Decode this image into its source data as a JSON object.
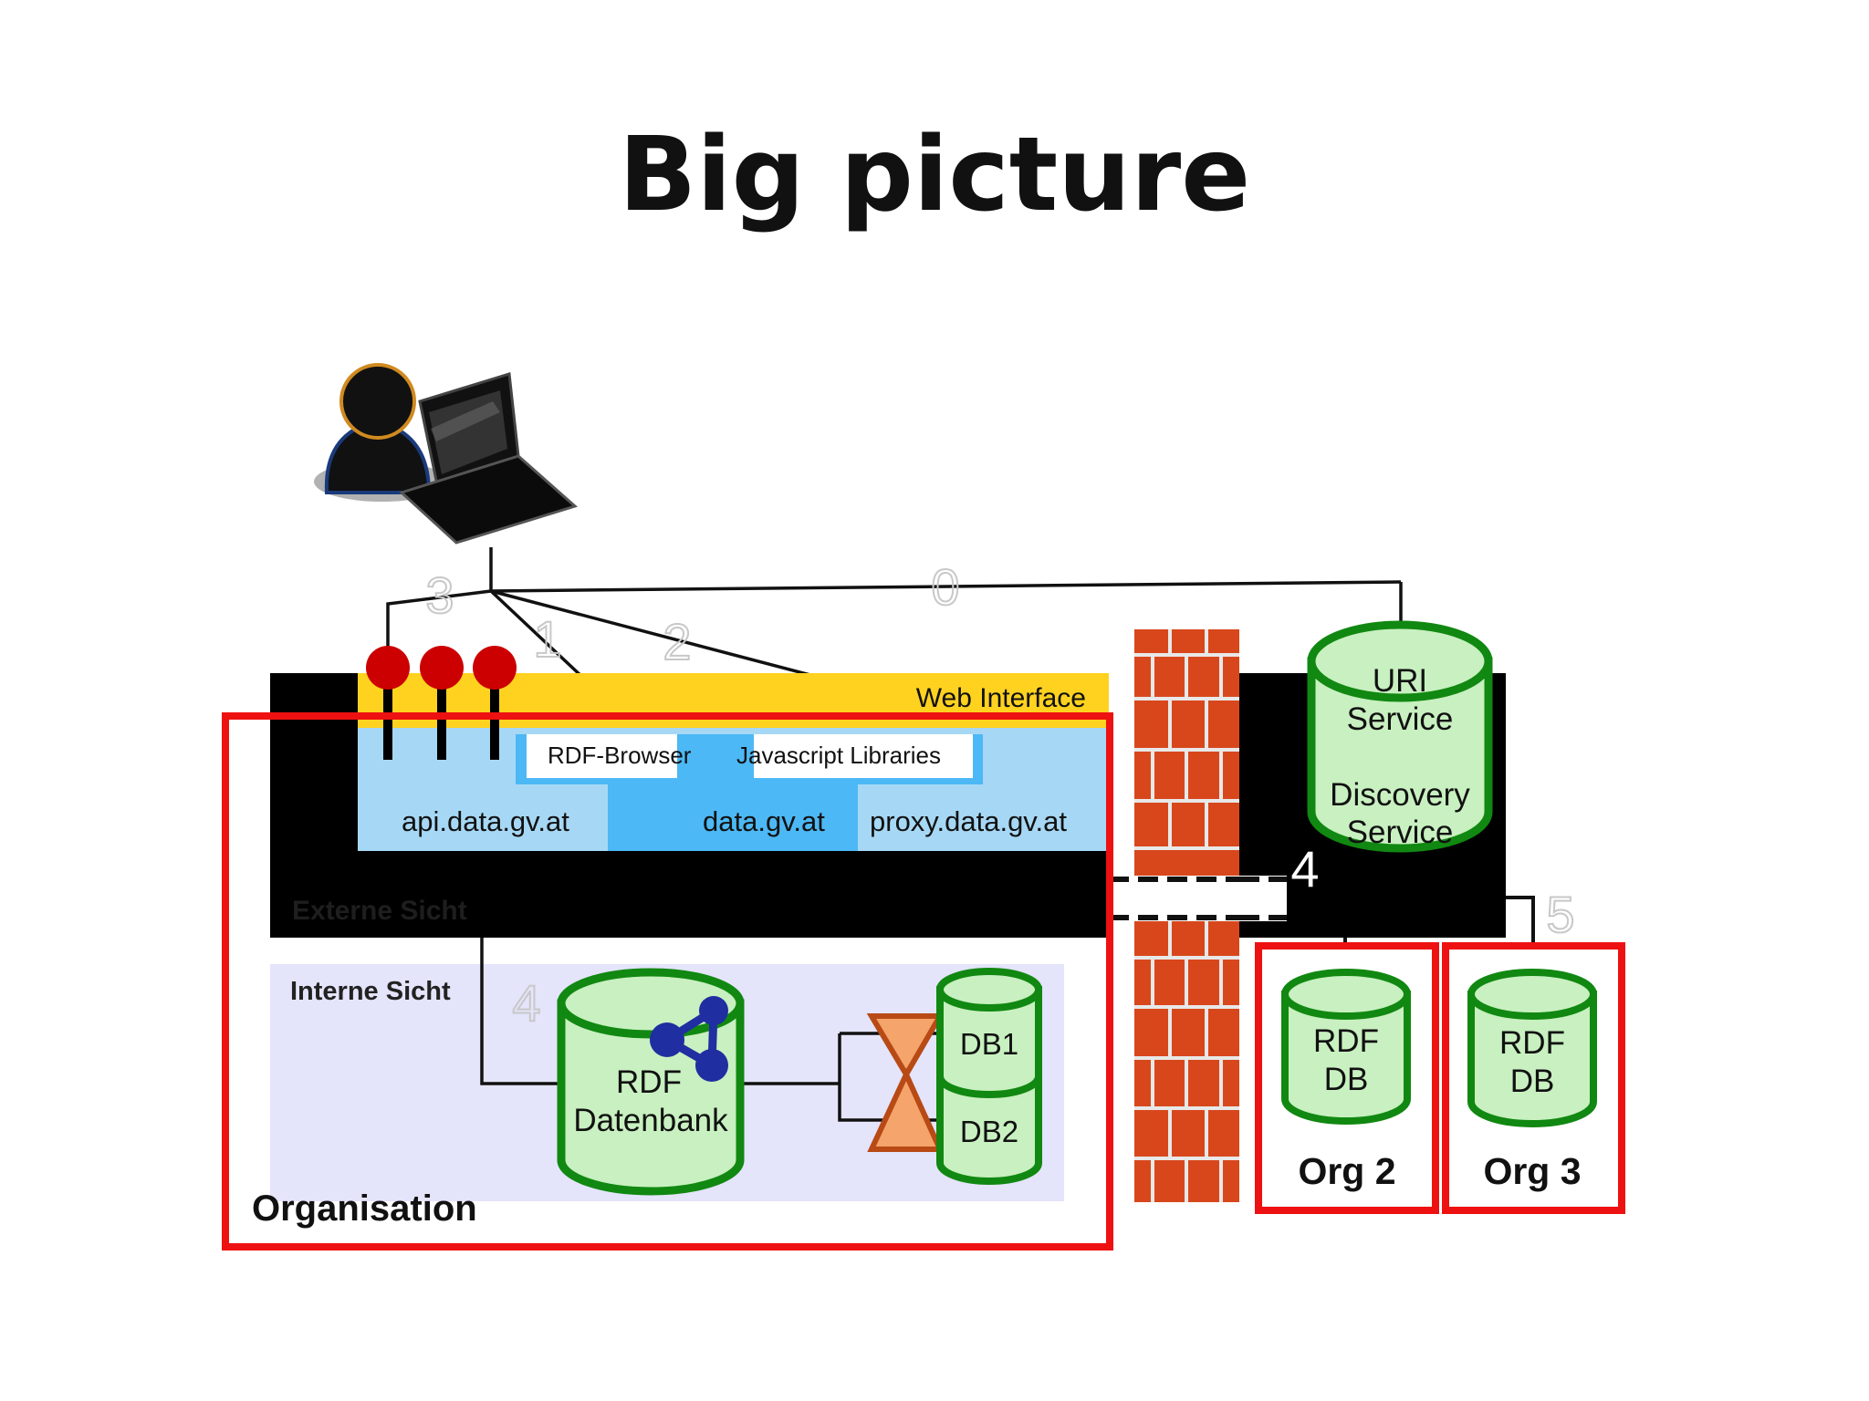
{
  "title": "Big picture",
  "labels": {
    "web_interface": "Web Interface",
    "rdf_browser": "RDF-Browser",
    "js_libraries": "Javascript Libraries",
    "api_domain": "api.data.gv.at",
    "data_domain": "data.gv.at",
    "proxy_domain": "proxy.data.gv.at",
    "externe_sicht": "Externe Sicht",
    "interne_sicht": "Interne Sicht",
    "organisation": "Organisation",
    "uri_service_1": "URI",
    "uri_service_2": "Service",
    "discovery_1": "Discovery",
    "discovery_2": "Service",
    "rdf_db_1": "RDF",
    "rdf_db_2": "Datenbank",
    "db1": "DB1",
    "db2": "DB2",
    "org2_db_1": "RDF",
    "org2_db_2": "DB",
    "org2": "Org 2",
    "org3_db_1": "RDF",
    "org3_db_2": "DB",
    "org3": "Org 3"
  },
  "connection_numbers": {
    "n0": "0",
    "n1": "1",
    "n2": "2",
    "n3": "3",
    "n4_internal": "4",
    "n4_tunnel": "4",
    "n5": "5"
  },
  "colors": {
    "accent_red": "#ee1111",
    "db_fill": "#c8f0c0",
    "db_stroke": "#118811",
    "web_yellow": "#ffd21f",
    "api_blue": "#a6d8f5",
    "mid_blue": "#4cb8f5",
    "internal_lavender": "#e4e4fb",
    "brick": "#d8471c",
    "pin_red": "#cc0000"
  },
  "icons": [
    "user-icon",
    "laptop-icon",
    "rdf-graph-icon",
    "sync-hourglass-icon",
    "firewall-icon",
    "pin-icon"
  ]
}
